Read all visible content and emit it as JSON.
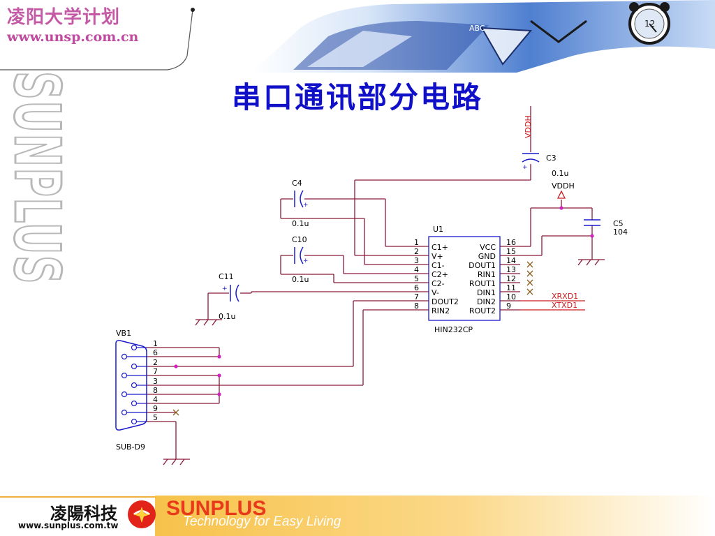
{
  "header": {
    "brand_title": "凌阳大学计划",
    "brand_url": "www.unsp.com.cn",
    "vertical_brand": "SUNPLUS",
    "banner_text": "ABC",
    "clock_number": "12"
  },
  "slide": {
    "title": "串口通讯部分电路"
  },
  "schematic": {
    "ic": {
      "ref": "U1",
      "part": "HIN232CP",
      "left_pins": [
        {
          "num": "1",
          "name": "C1+"
        },
        {
          "num": "2",
          "name": "V+"
        },
        {
          "num": "3",
          "name": "C1-"
        },
        {
          "num": "4",
          "name": "C2+"
        },
        {
          "num": "5",
          "name": "C2-"
        },
        {
          "num": "6",
          "name": "V-"
        },
        {
          "num": "7",
          "name": "DOUT2"
        },
        {
          "num": "8",
          "name": "RIN2"
        }
      ],
      "right_pins": [
        {
          "num": "16",
          "name": "VCC"
        },
        {
          "num": "15",
          "name": "GND"
        },
        {
          "num": "14",
          "name": "DOUT1"
        },
        {
          "num": "13",
          "name": "RIN1"
        },
        {
          "num": "12",
          "name": "ROUT1"
        },
        {
          "num": "11",
          "name": "DIN1"
        },
        {
          "num": "10",
          "name": "DIN2"
        },
        {
          "num": "9",
          "name": "ROUT2"
        }
      ]
    },
    "capacitors": [
      {
        "ref": "C3",
        "value": "0.1u"
      },
      {
        "ref": "C4",
        "value": "0.1u"
      },
      {
        "ref": "C10",
        "value": "0.1u"
      },
      {
        "ref": "C11",
        "value": "0.1u"
      },
      {
        "ref": "C5",
        "value": "104"
      }
    ],
    "power": {
      "vddh_vertical": "VDDH",
      "vddh_label": "VDDH"
    },
    "nets": {
      "rx": "XRXD1",
      "tx": "XTXD1"
    },
    "connector": {
      "ref": "VB1",
      "part": "SUB-D9",
      "pins": [
        "1",
        "6",
        "2",
        "7",
        "3",
        "8",
        "4",
        "9",
        "5"
      ]
    },
    "plus_sign": "+"
  },
  "footer": {
    "company_cn": "凌陽科技",
    "website": "www.sunplus.com.tw",
    "brand": "SUNPLUS",
    "tagline": "Technology for Easy Living"
  }
}
